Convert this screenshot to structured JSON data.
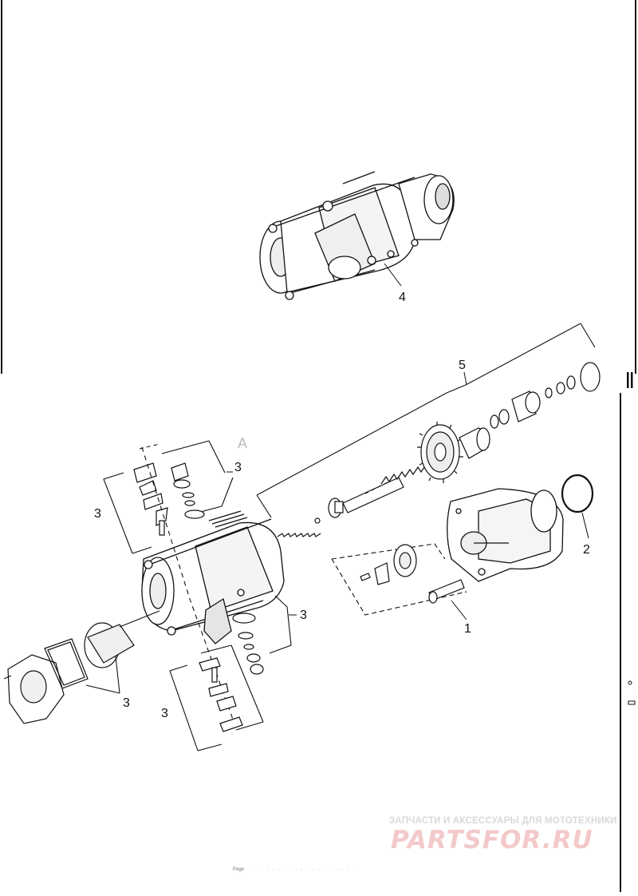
{
  "diagram": {
    "callouts": {
      "c1": "1",
      "c2": "2",
      "c3a": "3",
      "c3b": "3",
      "c3c": "3",
      "c3d": "3",
      "c3e": "3",
      "c4": "4",
      "c5": "5"
    },
    "view_label": "A"
  },
  "watermark": {
    "tagline": "ЗАПЧАСТИ И АКСЕССУАРЫ ДЛЯ МОТОТЕХНИКИ",
    "logo": "PARTSFOR.RU"
  },
  "footer": {
    "page_label": "Page"
  },
  "colors": {
    "line": "#111111",
    "watermark_text": "#d9d9d9",
    "watermark_logo": "#f3c9c9"
  }
}
